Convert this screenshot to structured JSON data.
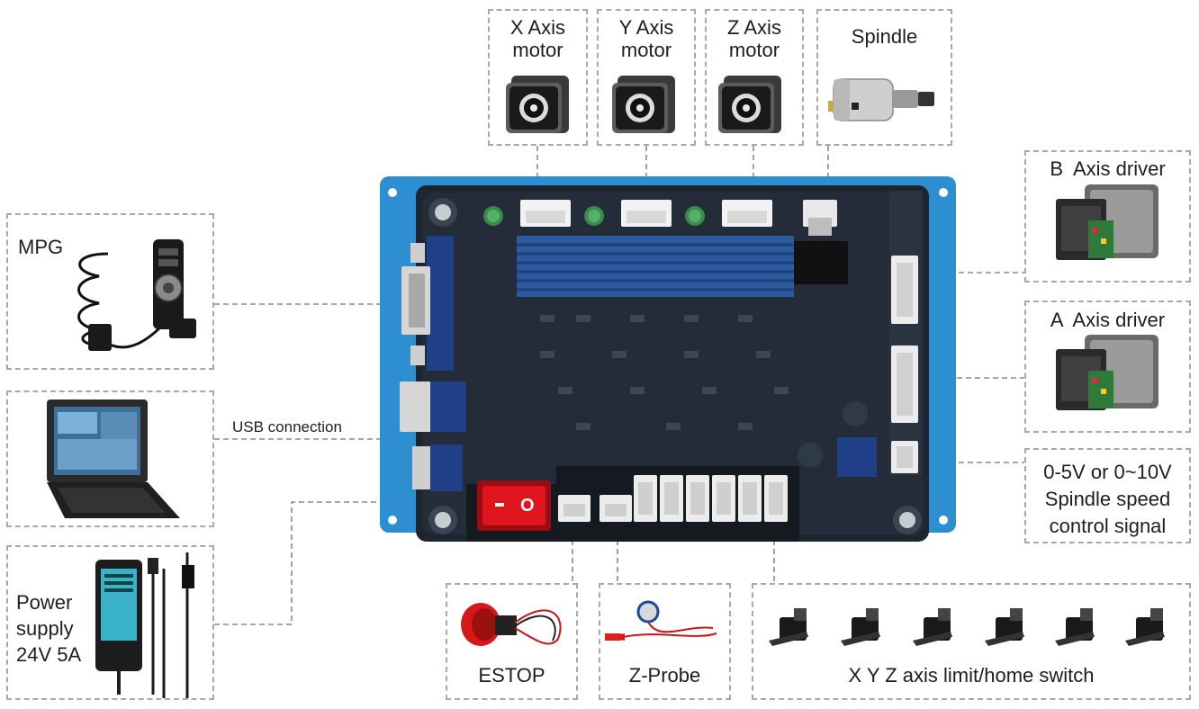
{
  "components": {
    "x_motor": "X Axis\nmotor",
    "y_motor": "Y Axis\nmotor",
    "z_motor": "Z Axis\nmotor",
    "spindle": "Spindle",
    "b_driver": "B  Axis driver",
    "a_driver": "A  Axis driver",
    "spindle_signal": "0-5V or 0~10V\nSpindle speed\ncontrol signal",
    "mpg": "MPG",
    "usb": "USB connection",
    "power": "Power\nsupply\n24V 5A",
    "estop": "ESTOP",
    "zprobe": "Z-Probe",
    "limit": "X Y Z axis limit/home switch"
  },
  "switch_label": "O",
  "colors": {
    "board": "#2e8fd0",
    "pcb": "#1d2530",
    "heatsink": "#2c5aa0",
    "switch": "#e0141c"
  }
}
